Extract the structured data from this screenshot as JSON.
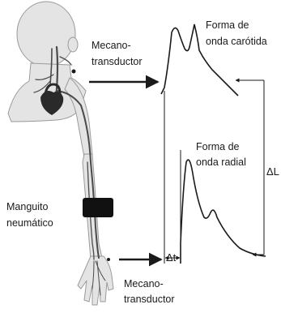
{
  "labels": {
    "mechano_top_line1": "Mecano-",
    "mechano_top_line2": "transductor",
    "carotid_line1": "Forma de",
    "carotid_line2": "onda carótida",
    "radial_line1": "Forma de",
    "radial_line2": "onda radial",
    "cuff_line1": "Manguito",
    "cuff_line2": "neumático",
    "mechano_bottom_line1": "Mecano-",
    "mechano_bottom_line2": "transductor",
    "delta_t": "Δt",
    "delta_l": "ΔL"
  },
  "icons": {
    "figure": "human-silhouette-icon",
    "cuff": "pneumatic-cuff-icon"
  },
  "colors": {
    "ink": "#1a1a1a",
    "silhouette_fill": "#e4e4e4",
    "silhouette_stroke": "#9a9a9a",
    "vessels": "#4a4a4a",
    "cuff": "#111111"
  }
}
